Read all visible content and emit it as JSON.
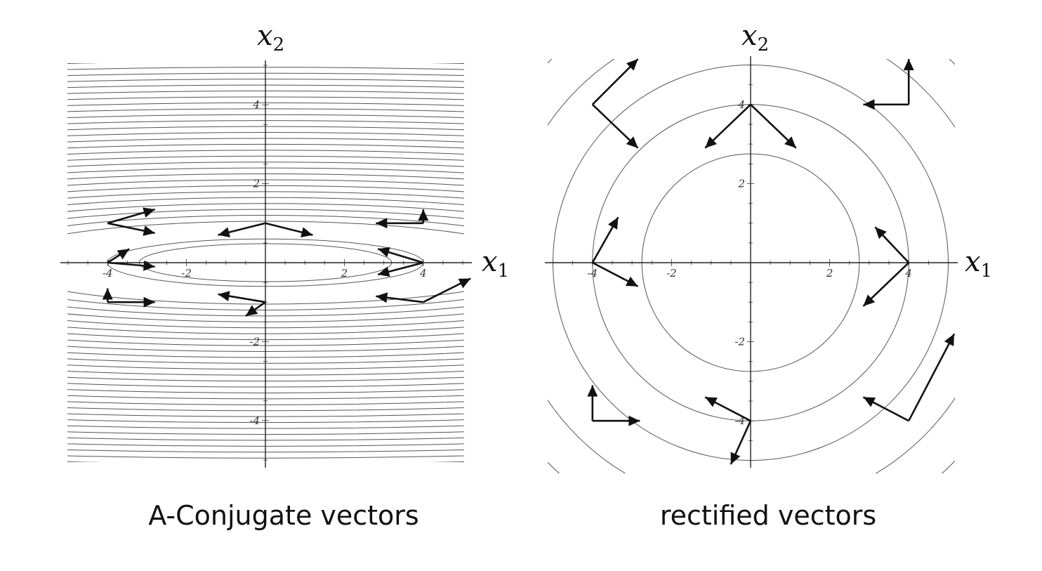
{
  "panels": [
    {
      "id": "left",
      "caption": "A-Conjugate vectors",
      "xlabel": "x",
      "xlabel_sub": "1",
      "ylabel": "x",
      "ylabel_sub": "2",
      "xticks": [
        "-4",
        "-2",
        "2",
        "4"
      ],
      "yticks": [
        "4",
        "2",
        "-2",
        "-4"
      ],
      "xtick_values": [
        -4,
        -2,
        2,
        4
      ],
      "ytick_values": [
        4,
        2,
        -2,
        -4
      ],
      "contour_type": "ellipse",
      "ellipse_ratio": 0.15,
      "contour_levels": [
        3.2,
        4.0,
        7.0,
        8.0,
        9.0,
        10.0,
        11.0,
        12.0,
        13.0,
        14.0,
        15.0,
        16.0,
        17.0,
        18.0,
        19.0,
        20.0,
        21.0,
        22.0,
        23.0,
        24.0,
        25.0,
        26.0,
        27.0,
        28.0,
        29.0,
        30.0,
        31.0,
        32.0,
        33.0,
        34.0,
        35.0,
        36.0,
        37.0
      ],
      "vector_pairs": [
        {
          "origin": [
            0,
            1
          ],
          "v1": [
            -1.2,
            -0.3
          ],
          "v2": [
            1.2,
            -0.3
          ]
        },
        {
          "origin": [
            -4,
            1
          ],
          "v1": [
            1.2,
            0.35
          ],
          "v2": [
            1.2,
            -0.25
          ]
        },
        {
          "origin": [
            4,
            0
          ],
          "v1": [
            -1.15,
            0.35
          ],
          "v2": [
            -1.15,
            -0.3
          ]
        },
        {
          "origin": [
            -4,
            0
          ],
          "v1": [
            1.2,
            -0.1
          ],
          "v2": [
            0.55,
            0.35
          ]
        },
        {
          "origin": [
            4,
            1
          ],
          "v1": [
            -1.2,
            0
          ],
          "v2": [
            0,
            0.35
          ]
        },
        {
          "origin": [
            -4,
            -1
          ],
          "v1": [
            1.2,
            0
          ],
          "v2": [
            0,
            0.35
          ]
        },
        {
          "origin": [
            0,
            -1
          ],
          "v1": [
            -1.2,
            0.2
          ],
          "v2": [
            -0.5,
            -0.35
          ]
        },
        {
          "origin": [
            4,
            -1
          ],
          "v1": [
            -1.2,
            0.15
          ],
          "v2": [
            1.2,
            0.6
          ]
        }
      ]
    },
    {
      "id": "right",
      "caption": "rectified vectors",
      "xlabel": "x",
      "xlabel_sub": "1",
      "ylabel": "x",
      "ylabel_sub": "2",
      "xticks": [
        "-4",
        "-2",
        "2",
        "4"
      ],
      "yticks": [
        "4",
        "2",
        "-2",
        "-4"
      ],
      "xtick_values": [
        -4,
        -2,
        2,
        4
      ],
      "ytick_values": [
        4,
        2,
        -2,
        -4
      ],
      "contour_type": "circle",
      "contour_levels": [
        2.75,
        4.0,
        5.0,
        6.2,
        7.2
      ],
      "vector_pairs": [
        {
          "origin": [
            0,
            4
          ],
          "v1": [
            -1.15,
            -1.1
          ],
          "v2": [
            1.15,
            -1.1
          ]
        },
        {
          "origin": [
            -4,
            4
          ],
          "v1": [
            1.15,
            1.15
          ],
          "v2": [
            1.15,
            -1.1
          ]
        },
        {
          "origin": [
            4,
            4
          ],
          "v1": [
            -1.15,
            0
          ],
          "v2": [
            0,
            1.15
          ]
        },
        {
          "origin": [
            -4,
            0
          ],
          "v1": [
            0.65,
            1.15
          ],
          "v2": [
            1.15,
            -0.6
          ]
        },
        {
          "origin": [
            4,
            0
          ],
          "v1": [
            -0.85,
            0.9
          ],
          "v2": [
            -1.15,
            -1.1
          ]
        },
        {
          "origin": [
            -4,
            -4
          ],
          "v1": [
            0,
            0.9
          ],
          "v2": [
            1.2,
            0
          ]
        },
        {
          "origin": [
            0,
            -4
          ],
          "v1": [
            -1.15,
            0.6
          ],
          "v2": [
            -0.5,
            -1.1
          ]
        },
        {
          "origin": [
            4,
            -4
          ],
          "v1": [
            -1.15,
            0.6
          ],
          "v2": [
            1.15,
            2.2
          ]
        }
      ]
    }
  ]
}
